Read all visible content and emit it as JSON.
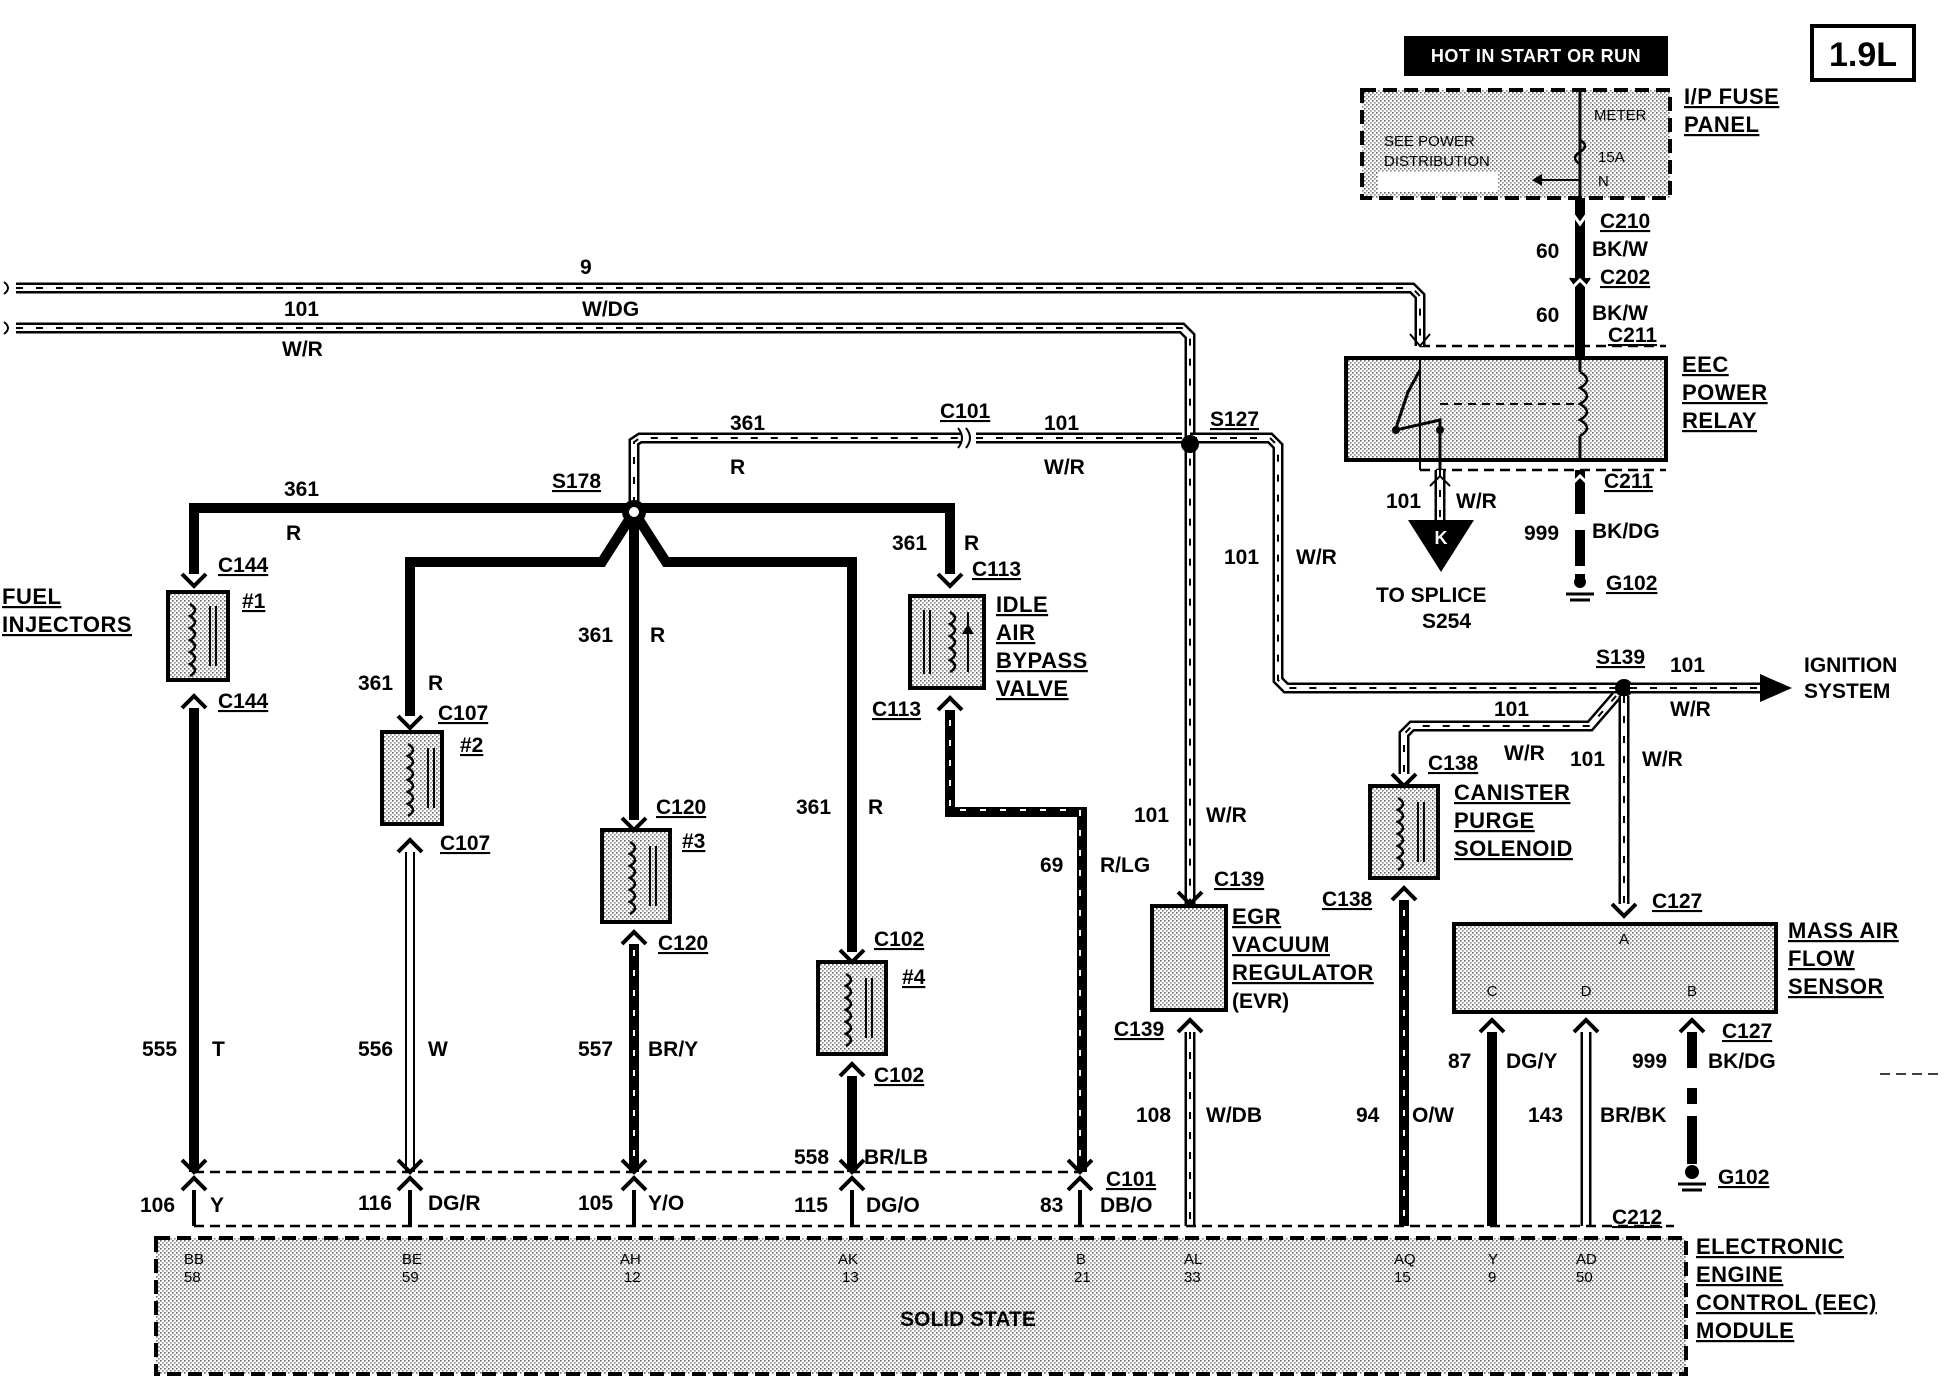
{
  "title": "1.9L",
  "banner": "HOT IN START OR RUN",
  "fuse_panel": {
    "name_line1": "I/P FUSE",
    "name_line2": "PANEL",
    "see_line1": "SEE POWER",
    "see_line2": "DISTRIBUTION",
    "fuse_name": "METER",
    "fuse_rating": "15A",
    "fuse_pos": "N"
  },
  "top_wires": {
    "wire_9_num": "9",
    "wire_9_color": "W/DG",
    "wire_101_num": "101",
    "wire_101_color": "W/R"
  },
  "relay": {
    "name_line1": "EEC",
    "name_line2": "POWER",
    "name_line3": "RELAY",
    "c210": "C210",
    "c202": "C202",
    "c211_top": "C211",
    "c211_bottom": "C211",
    "feed_num_a": "60",
    "feed_color_a": "BK/W",
    "feed_num_b": "60",
    "feed_color_b": "BK/W",
    "out_num": "101",
    "out_color": "W/R",
    "ground_num": "999",
    "ground_color": "BK/DG",
    "ground_name": "G102",
    "splice_letter": "K",
    "splice_line1": "TO  SPLICE",
    "splice_line2": "S254"
  },
  "splices": {
    "s127": "S127",
    "s178": "S178",
    "s139": "S139",
    "c101_top": "C101"
  },
  "ignition": {
    "wire_num": "101",
    "wire_color": "W/R",
    "line1": "IGNITION",
    "line2": "SYSTEM"
  },
  "wires_mid": {
    "w361_a": "361",
    "w361_a_color": "R",
    "w101_a": "101",
    "w101_a_color": "W/R",
    "w361_left": "361",
    "w361_left_color": "R",
    "w101_s127": "101",
    "w101_s127_color": "W/R"
  },
  "injectors": {
    "group_line1": "FUEL",
    "group_line2": "INJECTORS",
    "items": [
      {
        "num": "#1",
        "conn_top": "C144",
        "conn_bottom": "C144",
        "feed_num": "",
        "feed_color": "",
        "out_num": "555",
        "out_color": "T"
      },
      {
        "num": "#2",
        "conn_top": "C107",
        "conn_bottom": "C107",
        "feed_num": "361",
        "feed_color": "R",
        "out_num": "556",
        "out_color": "W"
      },
      {
        "num": "#3",
        "conn_top": "C120",
        "conn_bottom": "C120",
        "feed_num": "361",
        "feed_color": "R",
        "out_num": "557",
        "out_color": "BR/Y"
      },
      {
        "num": "#4",
        "conn_top": "C102",
        "conn_bottom": "C102",
        "feed_num": "361",
        "feed_color": "R",
        "out_num": "558",
        "out_color": "BR/LB"
      }
    ]
  },
  "iab": {
    "line1": "IDLE",
    "line2": "AIR",
    "line3": "BYPASS",
    "line4": "VALVE",
    "conn_top": "C113",
    "conn_bottom": "C113",
    "feed_num": "361",
    "feed_color": "R",
    "out_num": "69",
    "out_color": "R/LG"
  },
  "evr": {
    "line1": "EGR",
    "line2": "VACUUM",
    "line3": "REGULATOR",
    "line4": "(EVR)",
    "conn_top": "C139",
    "conn_bottom": "C139",
    "feed_num": "101",
    "feed_color": "W/R",
    "out_num": "108",
    "out_color": "W/DB"
  },
  "canister": {
    "line1": "CANISTER",
    "line2": "PURGE",
    "line3": "SOLENOID",
    "conn_top": "C138",
    "conn_bottom": "C138",
    "feed_num": "101",
    "feed_color": "W/R",
    "out_num": "94",
    "out_color": "O/W"
  },
  "maf": {
    "line1": "MASS AIR",
    "line2": "FLOW",
    "line3": "SENSOR",
    "conn_top": "C127",
    "conn_bottom": "C127",
    "feed_num": "101",
    "feed_color": "W/R",
    "pin_a": "A",
    "pin_c": "C",
    "pin_d": "D",
    "pin_b": "B",
    "w87": "87",
    "w87_color": "DG/Y",
    "w143": "143",
    "w143_color": "BR/BK",
    "w999": "999",
    "w999_color": "BK/DG",
    "ground_name": "G102"
  },
  "eec_inputs": [
    {
      "num": "106",
      "color": "Y"
    },
    {
      "num": "116",
      "color": "DG/R"
    },
    {
      "num": "105",
      "color": "Y/O"
    },
    {
      "num": "115",
      "color": "DG/O"
    },
    {
      "num": "83",
      "color": "DB/O"
    }
  ],
  "c101_bottom": "C101",
  "c212": "C212",
  "eec": {
    "line1": "ELECTRONIC",
    "line2": "ENGINE",
    "line3": "CONTROL (EEC)",
    "line4": "MODULE",
    "solid_state": "SOLID STATE",
    "pins": [
      {
        "code": "BB",
        "num": "58"
      },
      {
        "code": "BE",
        "num": "59"
      },
      {
        "code": "AH",
        "num": "12"
      },
      {
        "code": "AK",
        "num": "13"
      },
      {
        "code": "B",
        "num": "21"
      },
      {
        "code": "AL",
        "num": "33"
      },
      {
        "code": "AQ",
        "num": "15"
      },
      {
        "code": "Y",
        "num": "9"
      },
      {
        "code": "AD",
        "num": "50"
      }
    ]
  }
}
